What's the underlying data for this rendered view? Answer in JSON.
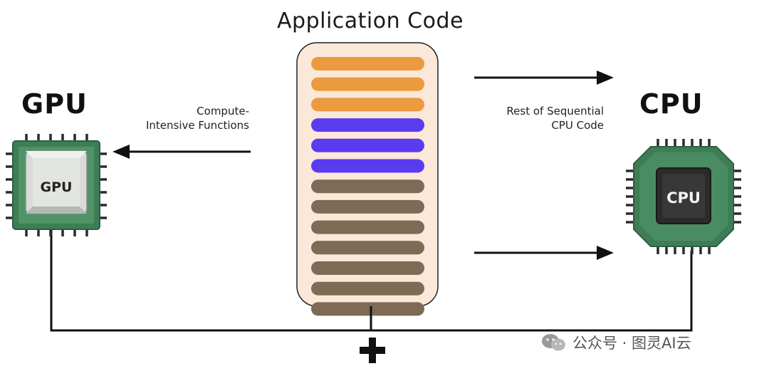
{
  "title": "Application Code",
  "gpu": {
    "heading": "GPU",
    "chip_label": "GPU"
  },
  "cpu": {
    "heading": "CPU",
    "chip_label": "CPU"
  },
  "left_arrow_label": [
    "Compute-",
    "Intensive Functions"
  ],
  "right_arrow_label": [
    "Rest of Sequential",
    "CPU Code"
  ],
  "code_block": {
    "rows": [
      {
        "kind": "orange"
      },
      {
        "kind": "orange"
      },
      {
        "kind": "orange"
      },
      {
        "kind": "blue"
      },
      {
        "kind": "blue"
      },
      {
        "kind": "blue"
      },
      {
        "kind": "brown"
      },
      {
        "kind": "brown"
      },
      {
        "kind": "brown"
      },
      {
        "kind": "brown"
      },
      {
        "kind": "brown"
      },
      {
        "kind": "brown"
      },
      {
        "kind": "brown"
      }
    ]
  },
  "colors": {
    "orange": "#ec9a3f",
    "blue": "#5a3cf0",
    "brown": "#7f6a56",
    "panel_fill": "#fbe8d9",
    "chip_green": "#3f7d57",
    "chip_green_dark": "#2f5f43"
  },
  "watermark": "公众号 · 图灵AI云",
  "icons": {
    "plus": "plus-icon",
    "watermark": "wechat-icon"
  }
}
